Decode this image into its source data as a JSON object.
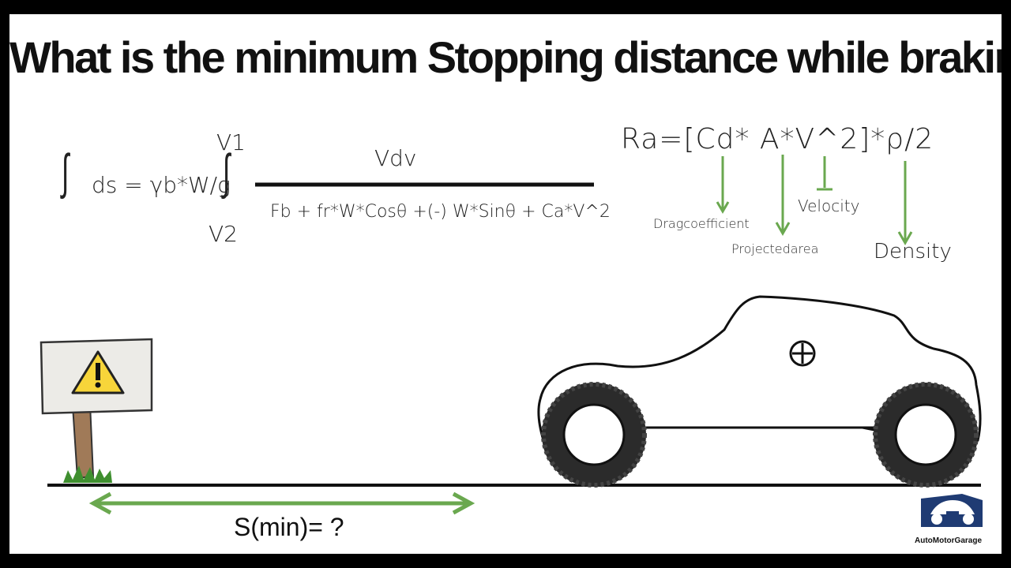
{
  "title": "What is the minimum Stopping distance while braking ?",
  "integral": {
    "lhs": "ds = γb*W/g",
    "upper_limit": "V1",
    "lower_limit": "V2",
    "numerator": "Vdv",
    "denominator": "Fb + fr*W*Cosθ +(-) W*Sinθ + Ca*V^2"
  },
  "resistance": {
    "equation": "Ra=[Cd* A*V^2]*ρ/2",
    "labels": {
      "drag": "Dragcoefficient",
      "area": "Projectedarea",
      "velocity": "Velocity",
      "density": "Density"
    }
  },
  "distance_label": "S(min)= ?",
  "logo_text": "AutoMotorGarage",
  "colors": {
    "arrow": "#6aa84f",
    "sign_bg": "#ecebe7",
    "warning": "#f7d53a",
    "tire": "#2b2b2b",
    "logo": "#1f3b73"
  },
  "icons": [
    "warning-sign-icon",
    "car-icon",
    "center-of-gravity-icon",
    "logo-icon"
  ]
}
